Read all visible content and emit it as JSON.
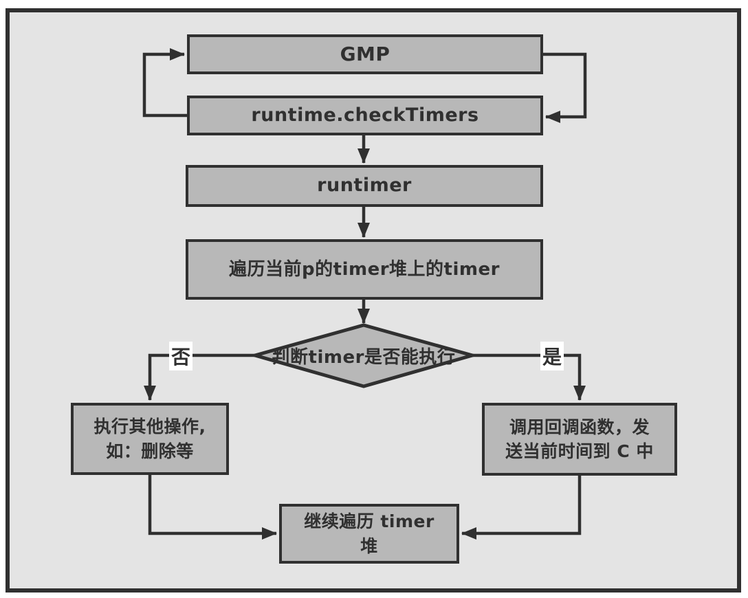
{
  "colors": {
    "page_bg": "#ffffff",
    "canvas_bg": "#e4e4e4",
    "node_fill": "#b8b8b8",
    "stroke": "#303030",
    "edge_label_bg": "#ffffff"
  },
  "nodes": {
    "gmp": {
      "label": "GMP"
    },
    "check_timers": {
      "label": "runtime.checkTimers"
    },
    "runtimer": {
      "label": "runtimer"
    },
    "traverse": {
      "label": "遍历当前p的timer堆上的timer"
    },
    "decision": {
      "label": "判断timer是否能执行"
    },
    "other_ops": {
      "line1": "执行其他操作,",
      "line2": "如：删除等"
    },
    "callback": {
      "line1": "调用回调函数，发",
      "line2": "送当前时间到 C 中"
    },
    "continue_loop": {
      "line1": "继续遍历 timer",
      "line2": "堆"
    }
  },
  "edge_labels": {
    "no": "否",
    "yes": "是"
  },
  "edges": [
    {
      "from": "runtime.checkTimers",
      "to": "GMP",
      "label": ""
    },
    {
      "from": "GMP",
      "to": "runtime.checkTimers",
      "label": ""
    },
    {
      "from": "runtime.checkTimers",
      "to": "runtimer",
      "label": ""
    },
    {
      "from": "runtimer",
      "to": "遍历当前p的timer堆上的timer",
      "label": ""
    },
    {
      "from": "遍历当前p的timer堆上的timer",
      "to": "判断timer是否能执行",
      "label": ""
    },
    {
      "from": "判断timer是否能执行",
      "to": "执行其他操作, 如：删除等",
      "label": "否"
    },
    {
      "from": "判断timer是否能执行",
      "to": "调用回调函数，发送当前时间到 C 中",
      "label": "是"
    },
    {
      "from": "执行其他操作, 如：删除等",
      "to": "继续遍历 timer 堆",
      "label": ""
    },
    {
      "from": "调用回调函数，发送当前时间到 C 中",
      "to": "继续遍历 timer 堆",
      "label": ""
    }
  ]
}
